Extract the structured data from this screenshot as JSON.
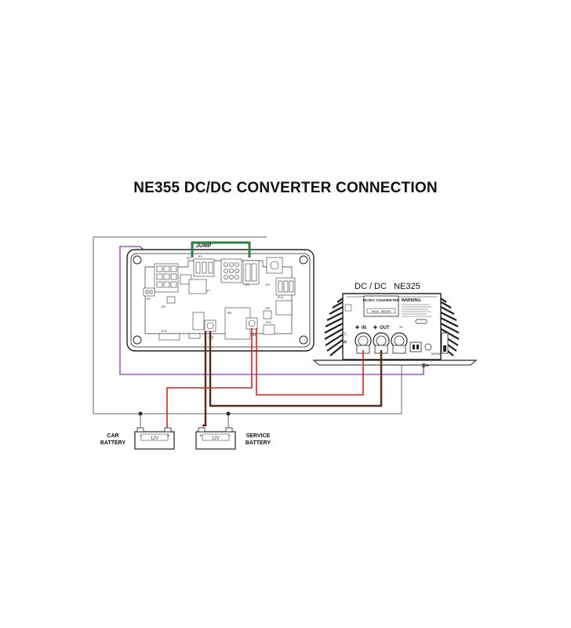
{
  "title": "NE355 DC/DC CONVERTER CONNECTION",
  "panel": {
    "jump_label": "JUMP",
    "pin_labels": [
      "JP1",
      "JP2",
      "JP3",
      "JP4",
      "JP5",
      "JP6",
      "JP7",
      "JP8",
      "JP9",
      "JP10",
      "JP11",
      "JP12",
      "S1",
      "S2"
    ]
  },
  "converter": {
    "header": "DC / DC   NE325",
    "box_title": "DC/DC CONVERTER",
    "model": "MOD. NE325",
    "warning_title": "WARNING:",
    "terminal_in": "IN",
    "terminal_out": "OUT",
    "terminal_neg": "−",
    "d_plus": "D+",
    "mode": "MODE"
  },
  "batteries": {
    "car_label_line1": "CAR",
    "car_label_line2": "BATTERY",
    "car_voltage": "12V",
    "service_label_line1": "SERVICE",
    "service_label_line2": "BATTERY",
    "service_voltage": "12V"
  },
  "colors": {
    "positive_wire": "#e02020",
    "negative_wire": "#5a2e22",
    "jump_wire": "#2e7d45",
    "signal_wire": "#8a3aa8",
    "outline": "#222222"
  }
}
